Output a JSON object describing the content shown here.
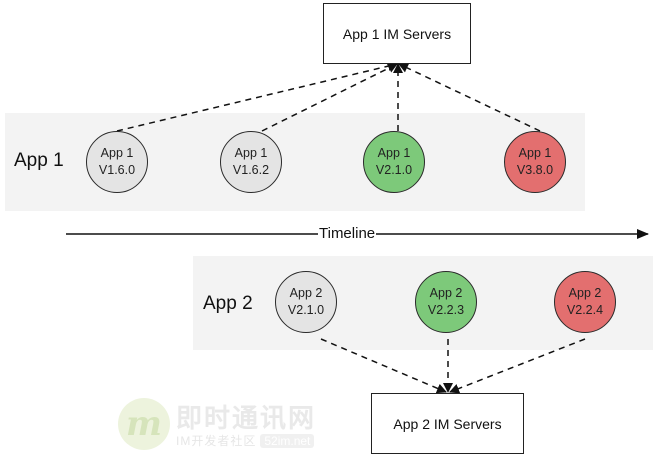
{
  "servers": {
    "app1": "App 1 IM Servers",
    "app2": "App 2 IM Servers"
  },
  "rows": {
    "app1_label": "App 1",
    "app2_label": "App 2"
  },
  "timeline": {
    "label": "Timeline"
  },
  "app1_nodes": [
    {
      "name": "App 1",
      "version": "V1.6.0",
      "color": "#e4e4e4"
    },
    {
      "name": "App 1",
      "version": "V1.6.2",
      "color": "#e4e4e4"
    },
    {
      "name": "App 1",
      "version": "V2.1.0",
      "color": "#7dc97a"
    },
    {
      "name": "App 1",
      "version": "V3.8.0",
      "color": "#e36f6f"
    }
  ],
  "app2_nodes": [
    {
      "name": "App 2",
      "version": "V2.1.0",
      "color": "#e4e4e4"
    },
    {
      "name": "App 2",
      "version": "V2.2.3",
      "color": "#7dc97a"
    },
    {
      "name": "App 2",
      "version": "V2.2.4",
      "color": "#e36f6f"
    }
  ],
  "watermark": {
    "logo_letter": "m",
    "title": "即时通讯网",
    "subtitle": "IM开发者社区",
    "domain": "52im.net"
  }
}
